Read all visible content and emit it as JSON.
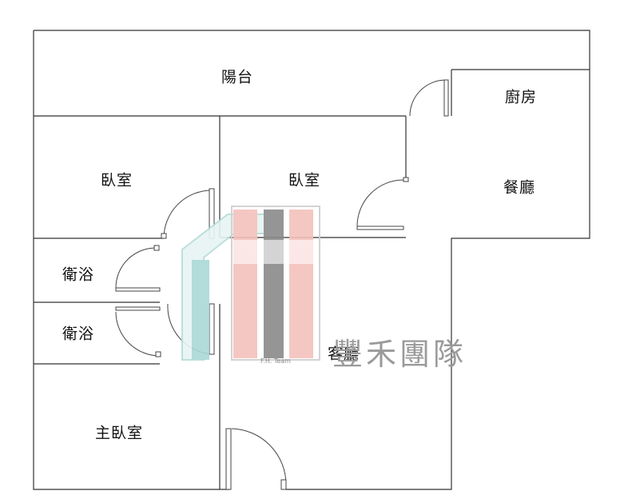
{
  "plan": {
    "rooms": [
      {
        "id": "balcony",
        "label": "陽台"
      },
      {
        "id": "kitchen",
        "label": "廚房"
      },
      {
        "id": "bedroom-1",
        "label": "臥室"
      },
      {
        "id": "bedroom-2",
        "label": "臥室"
      },
      {
        "id": "dining",
        "label": "餐廳"
      },
      {
        "id": "bathroom-1",
        "label": "衛浴"
      },
      {
        "id": "bathroom-2",
        "label": "衛浴"
      },
      {
        "id": "living",
        "label": "客廳"
      },
      {
        "id": "master-bedroom",
        "label": "主臥室"
      }
    ]
  },
  "watermark": {
    "brand": "豐禾團隊",
    "sub": "F.H. Team",
    "colors": {
      "teal": "#9fd3cf",
      "salmon": "#f3b3ad",
      "gray": "#8a8a8a"
    }
  }
}
